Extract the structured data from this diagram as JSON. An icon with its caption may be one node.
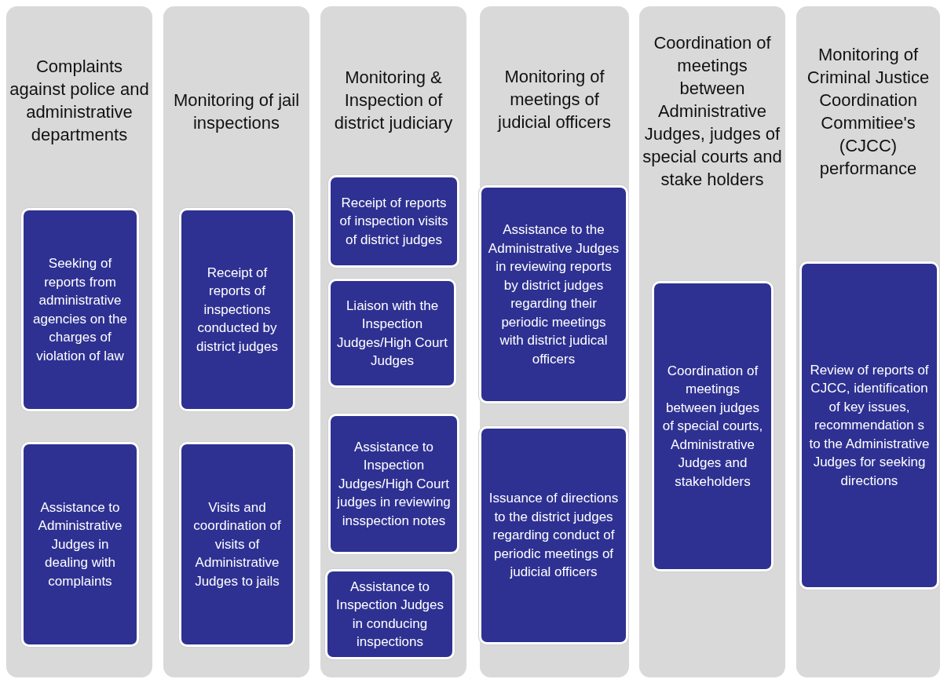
{
  "diagram": {
    "nodes": [
      {
        "text": [
          "Complaints against police and administrative departments"
        ]
      },
      {
        "text": [
          "Seeking of reports from administrative agencies on the charges of violation of law"
        ],
        "in": 0
      },
      {
        "text": [
          "Assistance to Administrative Judges in dealing with complaints"
        ],
        "in": 0
      },
      {
        "text": [
          "Monitoring of jail inspections"
        ]
      },
      {
        "text": [
          "Receipt of reports of inspections conducted by district judges"
        ],
        "in": 3
      },
      {
        "text": [
          "Visits and coordination of visits of Administrative Judges to jails"
        ],
        "in": 3
      },
      {
        "text": [
          "Monitoring & Inspection of district judiciary"
        ]
      },
      {
        "text": [
          "Receipt of reports of inspection visits of district judges"
        ],
        "in": 6
      },
      {
        "text": [
          "Liaison with the Inspection Judges/High Court Judges"
        ],
        "in": 6
      },
      {
        "text": [
          "Assistance to Inspection Judges/High Court judges in reviewing insspection notes"
        ],
        "in": 6
      },
      {
        "text": [
          "Assistance to Inspection Judges in conducing inspections"
        ],
        "in": 6
      },
      {
        "text": [
          "Monitoring of meetings of judicial officers"
        ]
      },
      {
        "text": [
          "Assistance to the Administrative Judges in reviewing reports by district judges regarding their periodic meetings with district judical officers"
        ],
        "in": 11
      },
      {
        "text": [
          "Issuance of directions to the district judges regarding conduct of periodic meetings of judicial officers"
        ],
        "in": 11
      },
      {
        "text": [
          "Coordination of meetings between Administrative Judges, judges of special courts and stake holders"
        ]
      },
      {
        "text": [
          "Coordination of meetings between judges of special courts, Administrative Judges and stakeholders"
        ],
        "in": 14
      },
      {
        "text": [
          "Monitoring of Criminal Justice Coordination Commitiee's (CJCC) performance"
        ]
      },
      {
        "text": [
          "Review of reports of CJCC, identification of key issues, recommendation s to the Administrative Judges for seeking directions"
        ],
        "in": 16
      }
    ]
  }
}
